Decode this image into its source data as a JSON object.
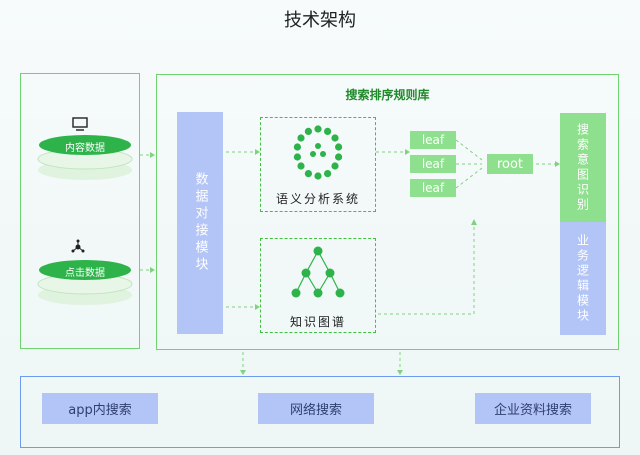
{
  "page": {
    "title": "技术架构"
  },
  "left_panel": {
    "sources": [
      {
        "label": "内容数据",
        "icon": "monitor-icon"
      },
      {
        "label": "点击数据",
        "icon": "network-node-icon"
      }
    ]
  },
  "main_panel": {
    "title": "搜索排序规则库",
    "data_dock": "数据对接模块",
    "semantic_module": "语义分析系统",
    "knowledge_graph": "知识图谱",
    "leaves": [
      "leaf",
      "leaf",
      "leaf"
    ],
    "root": "root",
    "intent": "搜索意图识别",
    "business": "业务逻辑模块"
  },
  "bottom_panel": {
    "items": [
      "app内搜索",
      "网络搜索",
      "企业资料搜索"
    ]
  },
  "colors": {
    "green": "#8ee08e",
    "dark_green": "#2db34a",
    "blue": "#b3c4f7",
    "border_green": "#6fd36f",
    "border_blue": "#6b9cf0"
  }
}
